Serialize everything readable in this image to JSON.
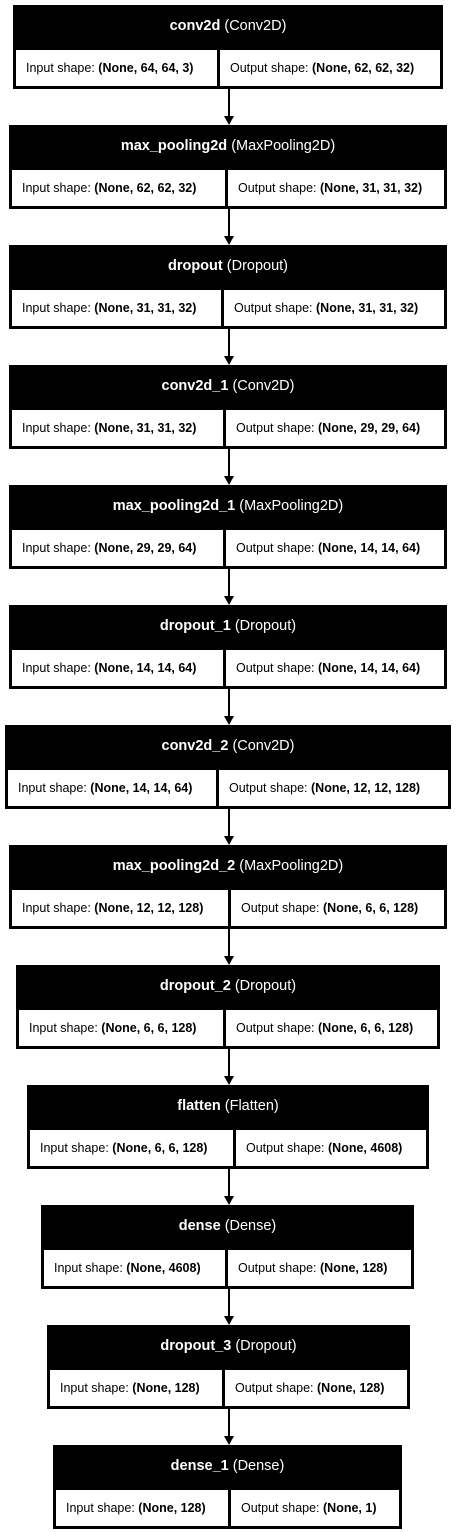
{
  "diagram": {
    "input_shape_label": "Input shape:",
    "output_shape_label": "Output shape:",
    "layers": [
      {
        "name": "conv2d",
        "type": "(Conv2D)",
        "input_shape": "(None, 64, 64, 3)",
        "output_shape": "(None, 62, 62, 32)"
      },
      {
        "name": "max_pooling2d",
        "type": "(MaxPooling2D)",
        "input_shape": "(None, 62, 62, 32)",
        "output_shape": "(None, 31, 31, 32)"
      },
      {
        "name": "dropout",
        "type": "(Dropout)",
        "input_shape": "(None, 31, 31, 32)",
        "output_shape": "(None, 31, 31, 32)"
      },
      {
        "name": "conv2d_1",
        "type": "(Conv2D)",
        "input_shape": "(None, 31, 31, 32)",
        "output_shape": "(None, 29, 29, 64)"
      },
      {
        "name": "max_pooling2d_1",
        "type": "(MaxPooling2D)",
        "input_shape": "(None, 29, 29, 64)",
        "output_shape": "(None, 14, 14, 64)"
      },
      {
        "name": "dropout_1",
        "type": "(Dropout)",
        "input_shape": "(None, 14, 14, 64)",
        "output_shape": "(None, 14, 14, 64)"
      },
      {
        "name": "conv2d_2",
        "type": "(Conv2D)",
        "input_shape": "(None, 14, 14, 64)",
        "output_shape": "(None, 12, 12, 128)"
      },
      {
        "name": "max_pooling2d_2",
        "type": "(MaxPooling2D)",
        "input_shape": "(None, 12, 12, 128)",
        "output_shape": "(None, 6, 6, 128)"
      },
      {
        "name": "dropout_2",
        "type": "(Dropout)",
        "input_shape": "(None, 6, 6, 128)",
        "output_shape": "(None, 6, 6, 128)"
      },
      {
        "name": "flatten",
        "type": "(Flatten)",
        "input_shape": "(None, 6, 6, 128)",
        "output_shape": "(None, 4608)"
      },
      {
        "name": "dense",
        "type": "(Dense)",
        "input_shape": "(None, 4608)",
        "output_shape": "(None, 128)"
      },
      {
        "name": "dropout_3",
        "type": "(Dropout)",
        "input_shape": "(None, 128)",
        "output_shape": "(None, 128)"
      },
      {
        "name": "dense_1",
        "type": "(Dense)",
        "input_shape": "(None, 128)",
        "output_shape": "(None, 1)"
      }
    ]
  }
}
